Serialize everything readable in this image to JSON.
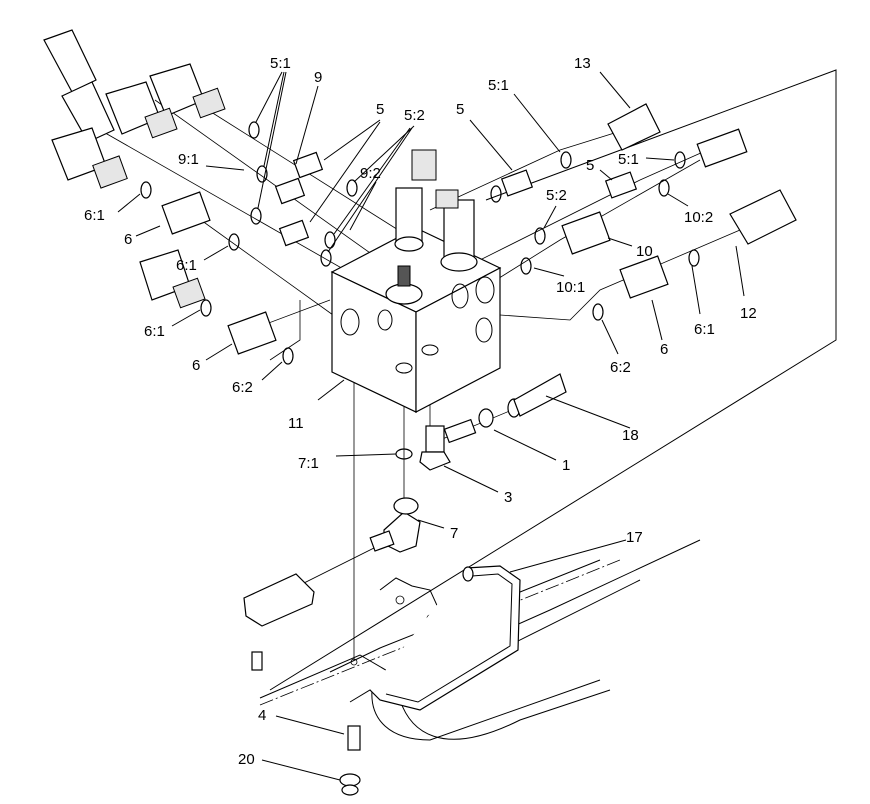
{
  "callouts": [
    {
      "id": "c-5-1-a",
      "text": "5:1"
    },
    {
      "id": "c-9-a",
      "text": "9"
    },
    {
      "id": "c-5-a",
      "text": "5"
    },
    {
      "id": "c-5-2-a",
      "text": "5:2"
    },
    {
      "id": "c-9-1",
      "text": "9:1"
    },
    {
      "id": "c-9-2",
      "text": "9:2"
    },
    {
      "id": "c-6-1-a",
      "text": "6:1"
    },
    {
      "id": "c-6-a",
      "text": "6"
    },
    {
      "id": "c-6-1-b",
      "text": "6:1"
    },
    {
      "id": "c-6-1-c",
      "text": "6:1"
    },
    {
      "id": "c-6-b",
      "text": "6"
    },
    {
      "id": "c-6-2-a",
      "text": "6:2"
    },
    {
      "id": "c-11",
      "text": "11"
    },
    {
      "id": "c-5-b",
      "text": "5"
    },
    {
      "id": "c-5-1-b",
      "text": "5:1"
    },
    {
      "id": "c-13",
      "text": "13"
    },
    {
      "id": "c-5-1-c",
      "text": "5:1"
    },
    {
      "id": "c-5-c",
      "text": "5"
    },
    {
      "id": "c-5-2-b",
      "text": "5:2"
    },
    {
      "id": "c-10-2",
      "text": "10:2"
    },
    {
      "id": "c-10",
      "text": "10"
    },
    {
      "id": "c-10-1",
      "text": "10:1"
    },
    {
      "id": "c-12",
      "text": "12"
    },
    {
      "id": "c-6-1-d",
      "text": "6:1"
    },
    {
      "id": "c-6-c",
      "text": "6"
    },
    {
      "id": "c-6-2-b",
      "text": "6:2"
    },
    {
      "id": "c-18",
      "text": "18"
    },
    {
      "id": "c-1",
      "text": "1"
    },
    {
      "id": "c-7-1",
      "text": "7:1"
    },
    {
      "id": "c-3",
      "text": "3"
    },
    {
      "id": "c-7",
      "text": "7"
    },
    {
      "id": "c-17",
      "text": "17"
    },
    {
      "id": "c-4",
      "text": "4"
    },
    {
      "id": "c-20",
      "text": "20"
    }
  ]
}
